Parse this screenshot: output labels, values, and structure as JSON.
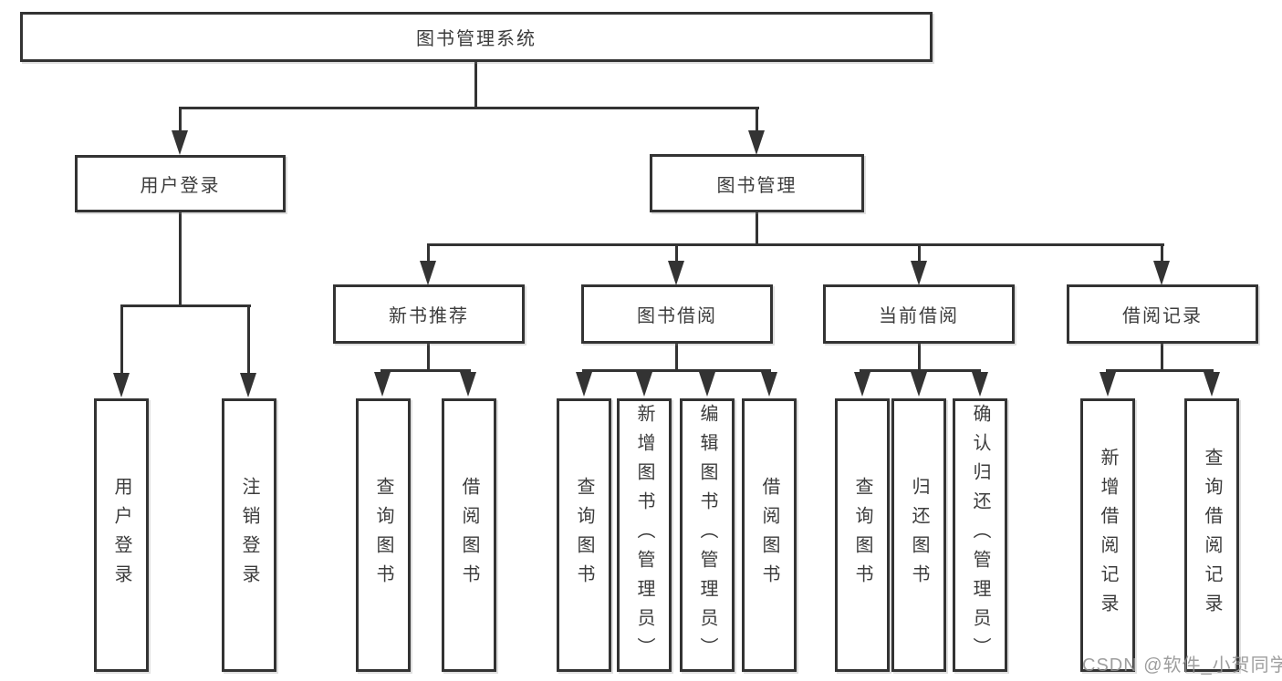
{
  "tree": {
    "root": "图书管理系统",
    "children": [
      {
        "label": "用户登录",
        "children": [
          "用户登录",
          "注销登录"
        ]
      },
      {
        "label": "图书管理",
        "children": [
          {
            "label": "新书推荐",
            "children": [
              "查询图书",
              "借阅图书"
            ]
          },
          {
            "label": "图书借阅",
            "children": [
              "查询图书",
              "新增图书（管理员）",
              "编辑图书（管理员）",
              "借阅图书"
            ]
          },
          {
            "label": "当前借阅",
            "children": [
              "查询图书",
              "归还图书",
              "确认归还（管理员）"
            ]
          },
          {
            "label": "借阅记录",
            "children": [
              "新增借阅记录",
              "查询借阅记录"
            ]
          }
        ]
      }
    ]
  },
  "watermark": {
    "text": "CSDN @软件_小贺同学"
  },
  "colors": {
    "line": "#333333",
    "text": "#3c3c3c",
    "background": "#ffffff",
    "watermark": "#919191"
  }
}
